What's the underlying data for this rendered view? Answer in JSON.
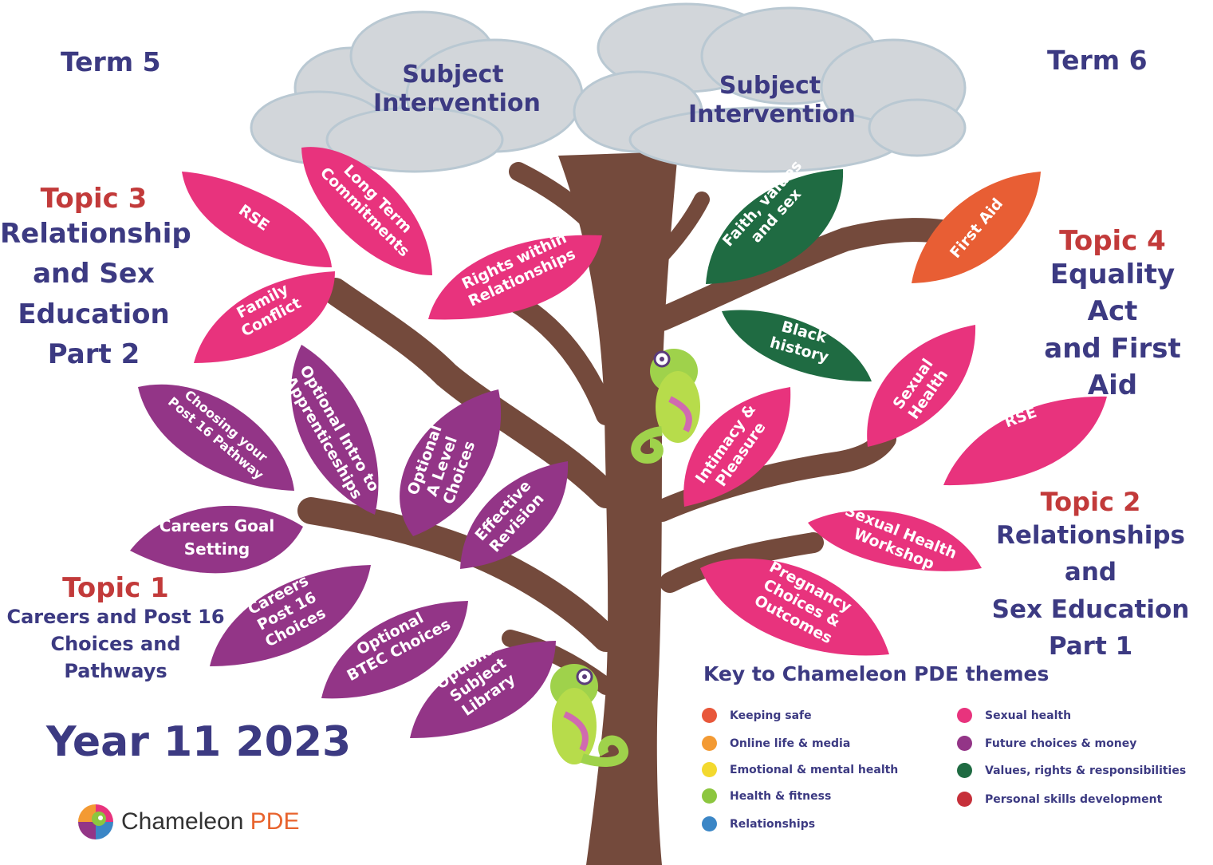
{
  "terms": {
    "left": "Term 5",
    "right": "Term 6"
  },
  "clouds": [
    {
      "line1": "Subject",
      "line2": "Intervention"
    },
    {
      "line1": "Subject",
      "line2": "Intervention"
    }
  ],
  "topics": [
    {
      "number": "Topic 3",
      "name_lines": [
        "Relationship",
        "and Sex",
        "Education",
        "Part 2"
      ]
    },
    {
      "number": "Topic 4",
      "name_lines": [
        "Equality Act",
        "and First Aid"
      ]
    },
    {
      "number": "Topic 2",
      "name_lines": [
        "Relationships and",
        "Sex Education",
        "Part 1"
      ]
    },
    {
      "number": "Topic 1",
      "name_lines": [
        "Careers and Post 16",
        "Choices and",
        "Pathways"
      ]
    }
  ],
  "leaves": [
    {
      "text": "RSE",
      "theme": "Sexual health"
    },
    {
      "text": "Long Term\nCommitments",
      "theme": "Sexual health"
    },
    {
      "text": "Family\nConflict",
      "theme": "Sexual health"
    },
    {
      "text": "Rights within\nRelationships",
      "theme": "Sexual health"
    },
    {
      "text": "Faith, values\nand sex",
      "theme": "Values, rights & responsibilities"
    },
    {
      "text": "First Aid",
      "theme": "Keeping safe"
    },
    {
      "text": "Black\nhistory",
      "theme": "Values, rights & responsibilities"
    },
    {
      "text": "Sexual\nHealth",
      "theme": "Sexual health"
    },
    {
      "text": "RSE",
      "theme": "Sexual health"
    },
    {
      "text": "Intimacy &\nPleasure",
      "theme": "Sexual health"
    },
    {
      "text": "Sexual Health\nWorkshop",
      "theme": "Sexual health"
    },
    {
      "text": "Pregnancy\nChoices &\nOutcomes",
      "theme": "Sexual health"
    },
    {
      "text": "Choosing your\nPost 16 Pathway",
      "theme": "Future choices & money"
    },
    {
      "text": "Optional Intro to\nApprenticeships",
      "theme": "Future choices & money"
    },
    {
      "text": "Optional\nA Level\nChoices",
      "theme": "Future choices & money"
    },
    {
      "text": "Effective\nRevision",
      "theme": "Future choices & money"
    },
    {
      "text": "Careers Goal\nSetting",
      "theme": "Future choices & money"
    },
    {
      "text": "Careers\nPost 16\nChoices",
      "theme": "Future choices & money"
    },
    {
      "text": "Optional\nBTEC Choices",
      "theme": "Future choices & money"
    },
    {
      "text": "Optional\nSubject\nLibrary",
      "theme": "Future choices & money"
    }
  ],
  "year_title": "Year 11 2023",
  "key": {
    "title": "Key to Chameleon PDE themes",
    "items": [
      {
        "label": "Keeping safe",
        "color": "#e8573a"
      },
      {
        "label": "Online life & media",
        "color": "#f39a33"
      },
      {
        "label": "Emotional & mental health",
        "color": "#f3d92e"
      },
      {
        "label": "Health & fitness",
        "color": "#8cc63f"
      },
      {
        "label": "Relationships",
        "color": "#3b86c6"
      },
      {
        "label": "Sexual health",
        "color": "#e8337d"
      },
      {
        "label": "Future choices & money",
        "color": "#933587"
      },
      {
        "label": "Values, rights & responsibilities",
        "color": "#1f6b42"
      },
      {
        "label": "Personal skills development",
        "color": "#c6303a"
      }
    ]
  },
  "logo": {
    "name": "Chameleon",
    "accent": "PDE"
  },
  "colors": {
    "navy": "#3c3a82",
    "topic_red": "#c23a3a",
    "trunk": "#744a3c",
    "cloud": "#d2d6da",
    "pink": "#e8337d",
    "purple": "#933587",
    "green": "#1f6b42",
    "orange": "#e85e34"
  }
}
